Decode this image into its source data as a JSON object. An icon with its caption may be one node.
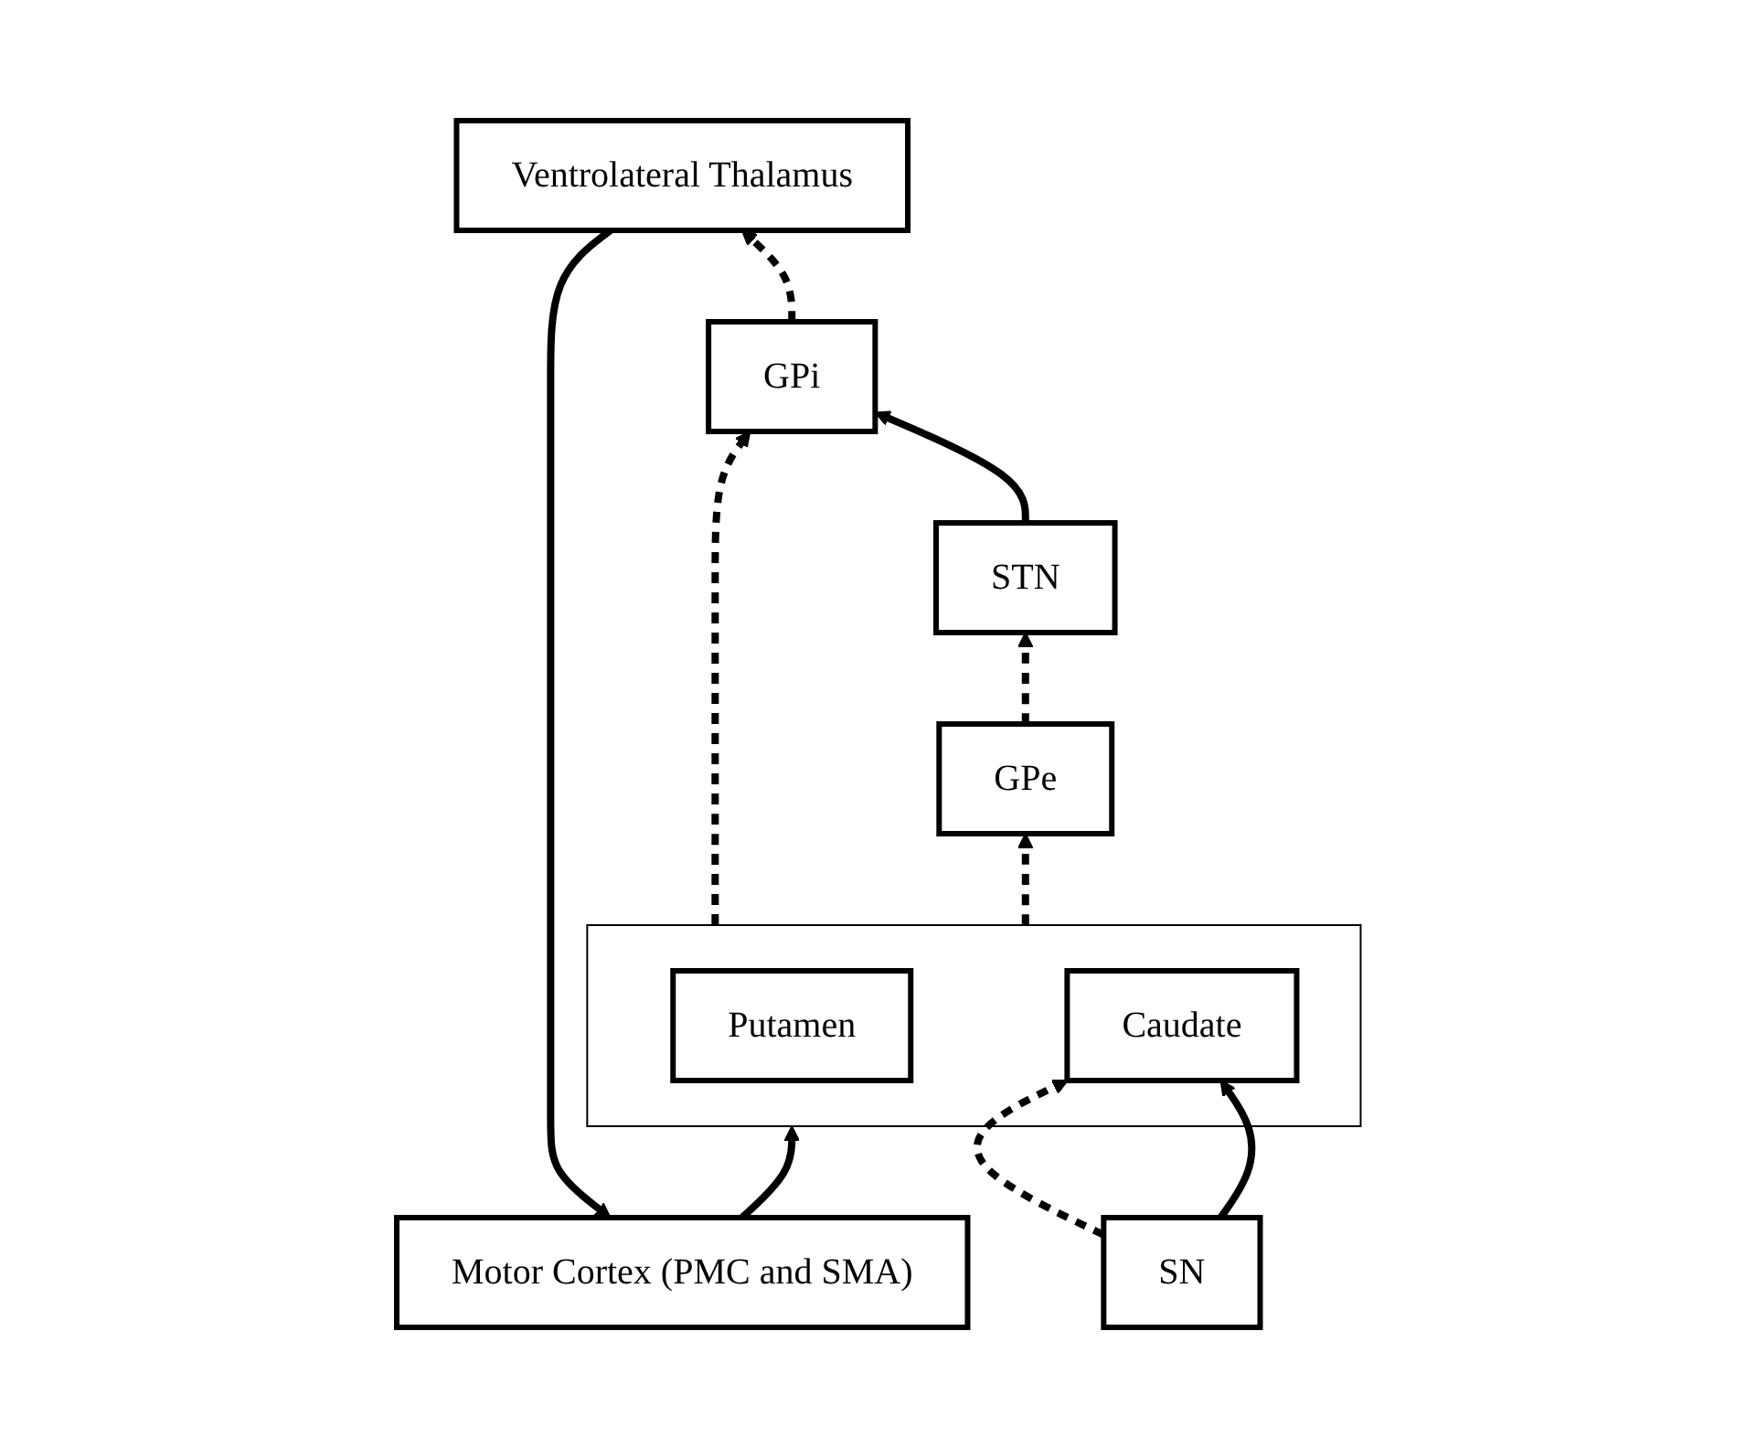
{
  "diagram": {
    "nodes": [
      {
        "text": [
          "Motor Cortex (PMC and SMA)"
        ]
      },
      {
        "text": [
          "Ventrolateral Thalamus"
        ]
      },
      {
        "text": [],
        "shape": "box"
      },
      {
        "text": [
          "Putamen"
        ],
        "in": 2
      },
      {
        "text": [
          "Caudate"
        ],
        "in": 2
      },
      {
        "text": [
          "GPi"
        ]
      },
      {
        "text": [
          "GPe"
        ]
      },
      {
        "text": [
          "STN"
        ]
      },
      {
        "text": [
          "SN"
        ]
      }
    ],
    "edges": [
      {
        "from": 1,
        "to": 0,
        "arrow": "to"
      },
      {
        "from": 0,
        "to": 2,
        "arrow": "to"
      },
      {
        "from": 2,
        "to": 5,
        "arrow": "to",
        "style": "dashed"
      },
      {
        "from": 2,
        "to": 6,
        "arrow": "to",
        "style": "dashed"
      },
      {
        "from": 6,
        "to": 7,
        "arrow": "to",
        "style": "dashed"
      },
      {
        "from": 7,
        "to": 5,
        "arrow": "to"
      },
      {
        "from": 5,
        "to": 1,
        "arrow": "to",
        "style": "dashed"
      },
      {
        "from": 8,
        "to": 4,
        "arrow": "to"
      },
      {
        "from": 8,
        "to": 4,
        "arrow": "to",
        "style": "dashed"
      }
    ]
  }
}
